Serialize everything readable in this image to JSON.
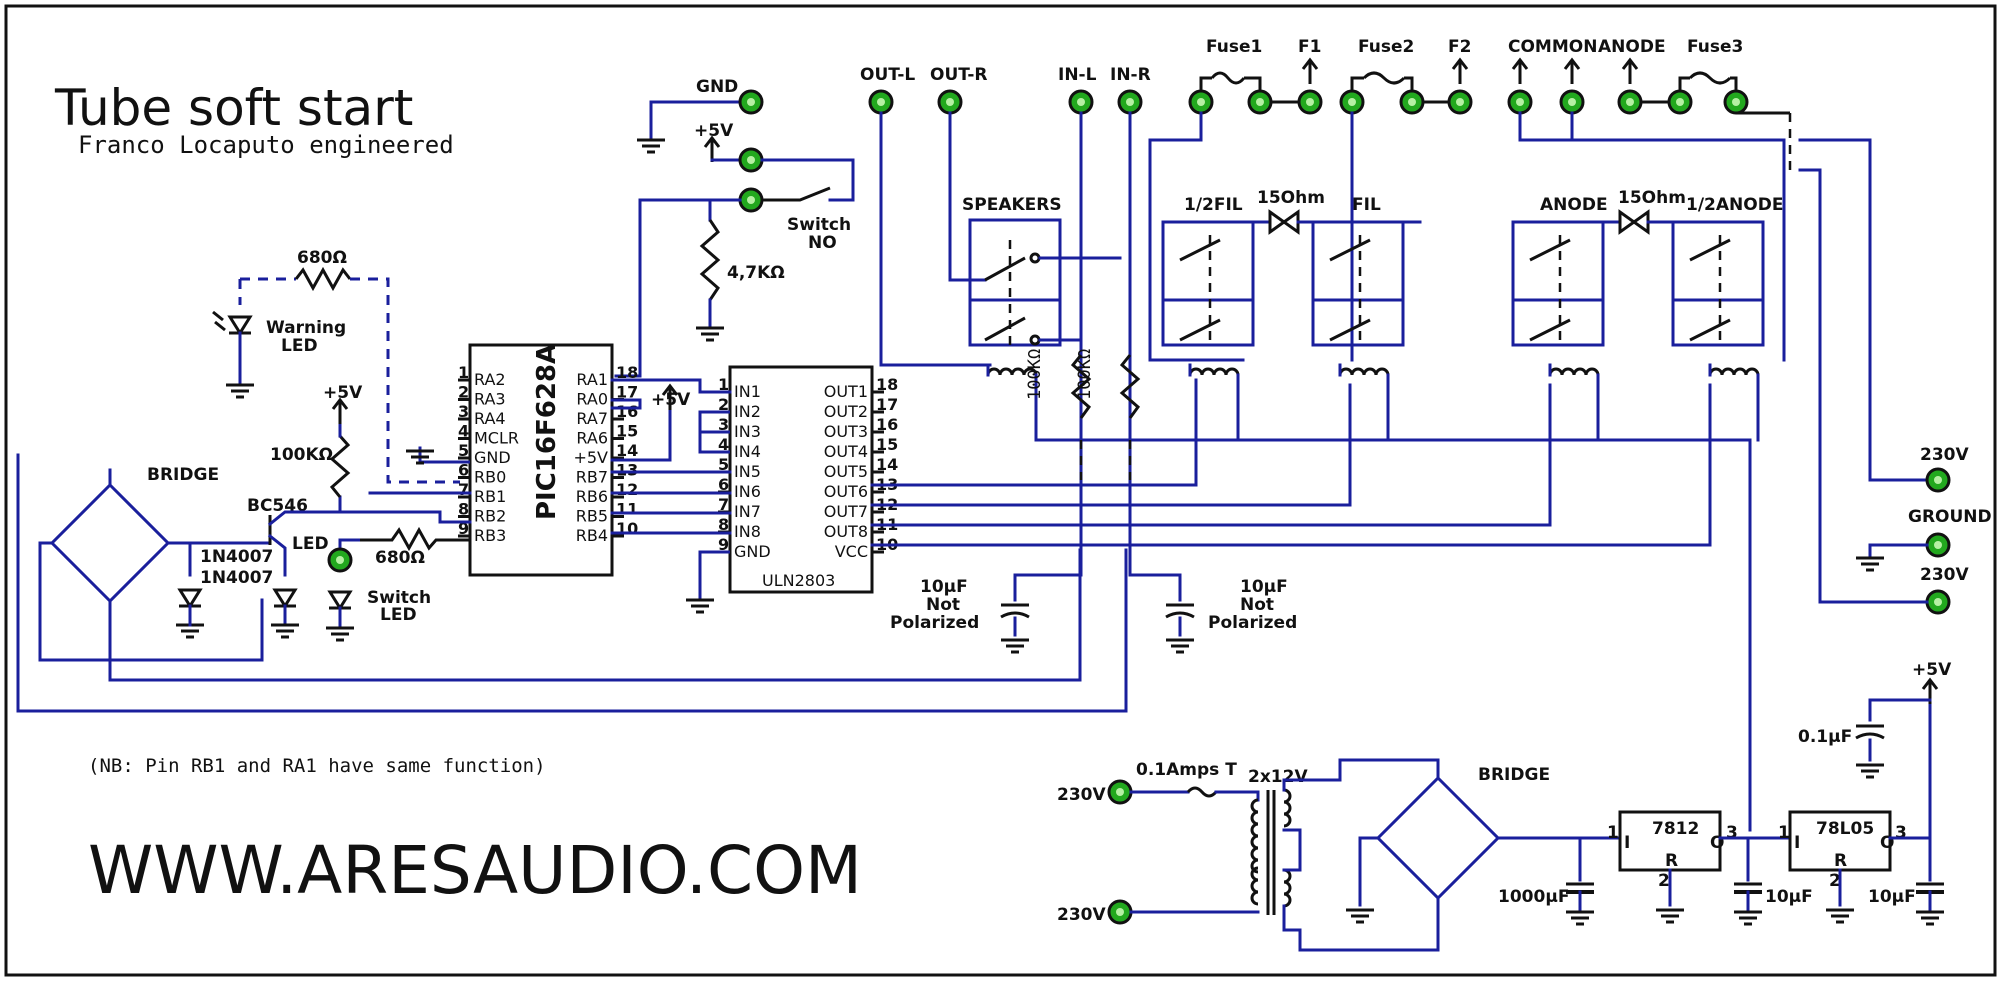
{
  "title": "Tube soft start",
  "subtitle": "Franco Locaputo engineered",
  "website": "WWW.ARESAUDIO.COM",
  "note": "(NB: Pin RB1 and RA1 have same function)",
  "colors": {
    "wire": "#1a1f9c",
    "terminal": "#22a81e",
    "ink": "#111111"
  },
  "mcu": {
    "name": "PIC16F628A",
    "left_pins": [
      {
        "num": "1",
        "name": "RA2"
      },
      {
        "num": "2",
        "name": "RA3"
      },
      {
        "num": "3",
        "name": "RA4"
      },
      {
        "num": "4",
        "name": "MCLR"
      },
      {
        "num": "5",
        "name": "GND"
      },
      {
        "num": "6",
        "name": "RB0"
      },
      {
        "num": "7",
        "name": "RB1"
      },
      {
        "num": "8",
        "name": "RB2"
      },
      {
        "num": "9",
        "name": "RB3"
      }
    ],
    "right_pins": [
      {
        "num": "18",
        "name": "RA1"
      },
      {
        "num": "17",
        "name": "RA0"
      },
      {
        "num": "16",
        "name": "RA7"
      },
      {
        "num": "15",
        "name": "RA6"
      },
      {
        "num": "14",
        "name": "+5V"
      },
      {
        "num": "13",
        "name": "RB7"
      },
      {
        "num": "12",
        "name": "RB6"
      },
      {
        "num": "11",
        "name": "RB5"
      },
      {
        "num": "10",
        "name": "RB4"
      }
    ]
  },
  "driver": {
    "name": "ULN2803",
    "left_pins": [
      {
        "num": "1",
        "name": "IN1"
      },
      {
        "num": "2",
        "name": "IN2"
      },
      {
        "num": "3",
        "name": "IN3"
      },
      {
        "num": "4",
        "name": "IN4"
      },
      {
        "num": "5",
        "name": "IN5"
      },
      {
        "num": "6",
        "name": "IN6"
      },
      {
        "num": "7",
        "name": "IN7"
      },
      {
        "num": "8",
        "name": "IN8"
      },
      {
        "num": "9",
        "name": "GND"
      }
    ],
    "right_pins": [
      {
        "num": "18",
        "name": "OUT1"
      },
      {
        "num": "17",
        "name": "OUT2"
      },
      {
        "num": "16",
        "name": "OUT3"
      },
      {
        "num": "15",
        "name": "OUT4"
      },
      {
        "num": "14",
        "name": "OUT5"
      },
      {
        "num": "13",
        "name": "OUT6"
      },
      {
        "num": "12",
        "name": "OUT7"
      },
      {
        "num": "11",
        "name": "OUT8"
      },
      {
        "num": "10",
        "name": "VCC"
      }
    ]
  },
  "labels": {
    "gnd": "GND",
    "p5v_a": "+5V",
    "switch_no_1": "Switch",
    "switch_no_2": "NO",
    "r47k": "4,7KΩ",
    "r680a": "680Ω",
    "warning_1": "Warning",
    "warning_2": "LED",
    "p5v_b": "+5V",
    "r100k": "100KΩ",
    "bridge1": "BRIDGE",
    "bc546": "BC546",
    "led": "LED",
    "r680b": "680Ω",
    "switch_led_1": "Switch",
    "switch_led_2": "LED",
    "d1": "1N4007",
    "d2": "1N4007",
    "p5v_c": "+5V",
    "out_l": "OUT-L",
    "out_r": "OUT-R",
    "in_l": "IN-L",
    "in_r": "IN-R",
    "fuse1": "Fuse1",
    "f1": "F1",
    "fuse2": "Fuse2",
    "f2": "F2",
    "common": "COMMON",
    "anode": "ANODE",
    "fuse3": "Fuse3",
    "speakers": "SPEAKERS",
    "half_fil": "1/2FIL",
    "ohm150a": "15Ohm",
    "fil": "FIL",
    "anode_relay": "ANODE",
    "ohm150b": "15Ohm",
    "half_anode": "1/2ANODE",
    "r100k_l": "100KΩ",
    "r100k_r": "100KΩ",
    "cap10_l_1": "10µF",
    "cap10_l_2": "Not",
    "cap10_l_3": "Polarized",
    "cap10_r_1": "10µF",
    "cap10_r_2": "Not",
    "cap10_r_3": "Polarized",
    "v230_a": "230V",
    "ground": "GROUND",
    "v230_b": "230V",
    "p5v_d": "+5V",
    "c01": "0.1µF",
    "fuse_t": "0.1Amps T",
    "xfmr": "2x12V",
    "bridge2": "BRIDGE",
    "v230_in1": "230V",
    "v230_in2": "230V",
    "reg1": "7812",
    "reg2": "78L05",
    "reg_i": "I",
    "reg_o": "O",
    "reg_r": "R",
    "c1000": "1000µF",
    "c10a": "10µF",
    "c10b": "10µF",
    "pin1a": "1",
    "pin3a": "3",
    "pin2a": "2",
    "pin1b": "1",
    "pin3b": "3",
    "pin2b": "2"
  }
}
